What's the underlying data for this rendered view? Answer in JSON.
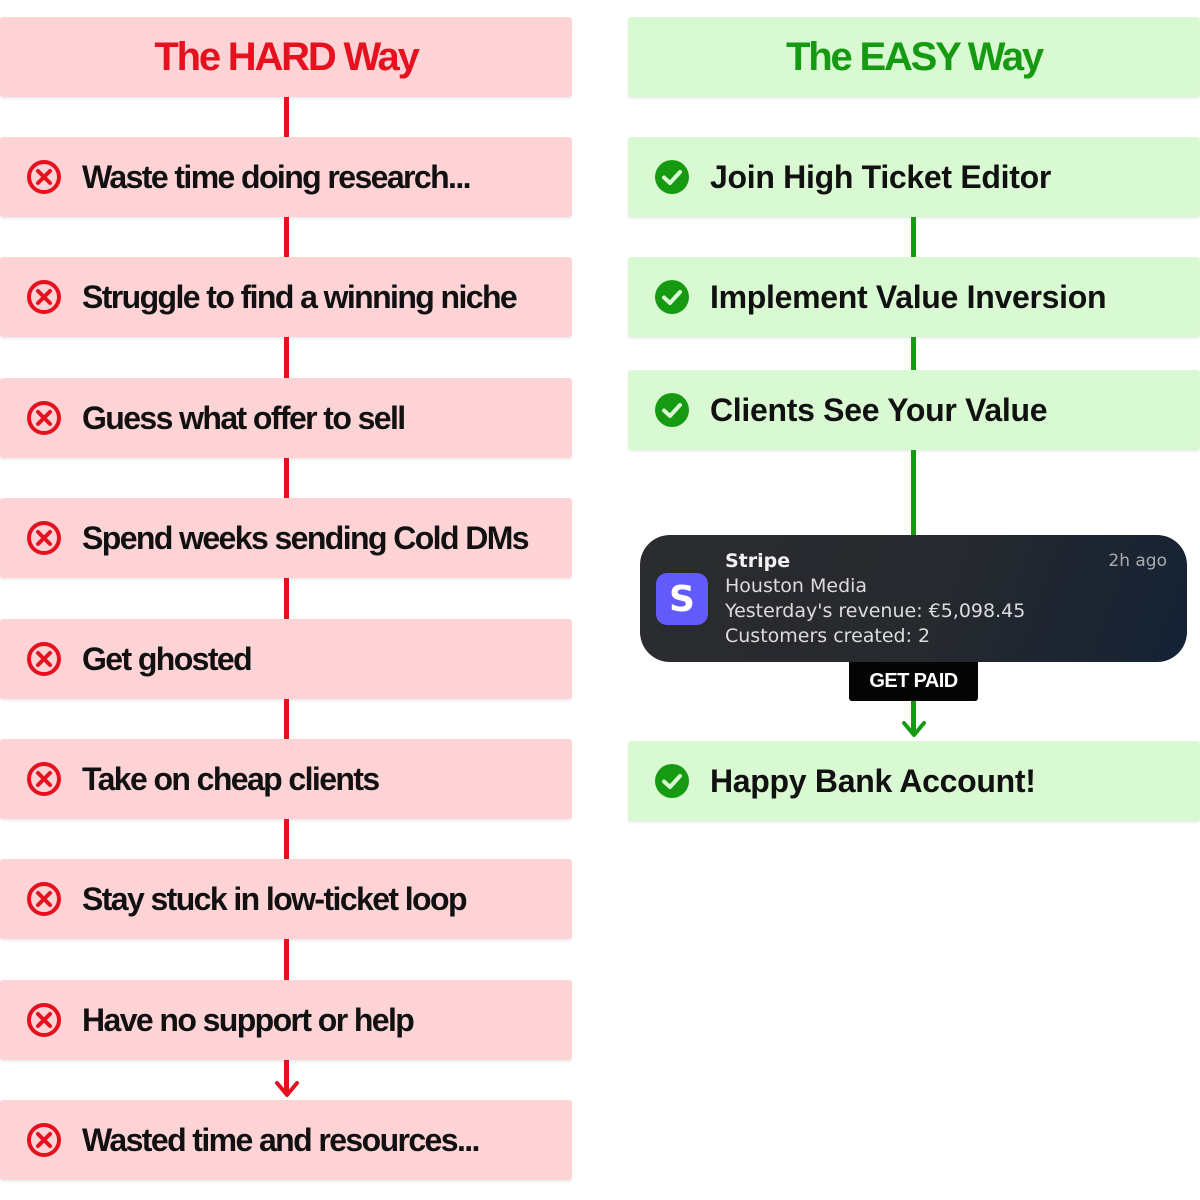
{
  "hard": {
    "title": "The HARD Way",
    "items": [
      "Waste time doing research...",
      "Struggle to find a winning niche",
      "Guess what offer to sell",
      "Spend weeks sending Cold DMs",
      "Get ghosted",
      "Take on cheap clients",
      "Stay stuck in low-ticket loop",
      "Have no support or help",
      "Wasted time and resources..."
    ],
    "icon": "x-circle-icon",
    "accent": "#e5111f",
    "box_color": "#fdd3d6"
  },
  "easy": {
    "title": "The EASY Way",
    "items": [
      "Join High Ticket Editor",
      "Implement Value Inversion",
      "Clients See Your Value",
      "Happy Bank Account!"
    ],
    "icon": "check-circle-icon",
    "accent": "#159a12",
    "box_color": "#d9f9d2"
  },
  "notification": {
    "app": "Stripe",
    "logo_letter": "S",
    "time": "2h ago",
    "lines": [
      "Houston Media",
      "Yesterday's revenue: €5,098.45",
      "Customers created: 2"
    ],
    "logo_color": "#625afa"
  },
  "badge": {
    "label": "GET PAID"
  }
}
